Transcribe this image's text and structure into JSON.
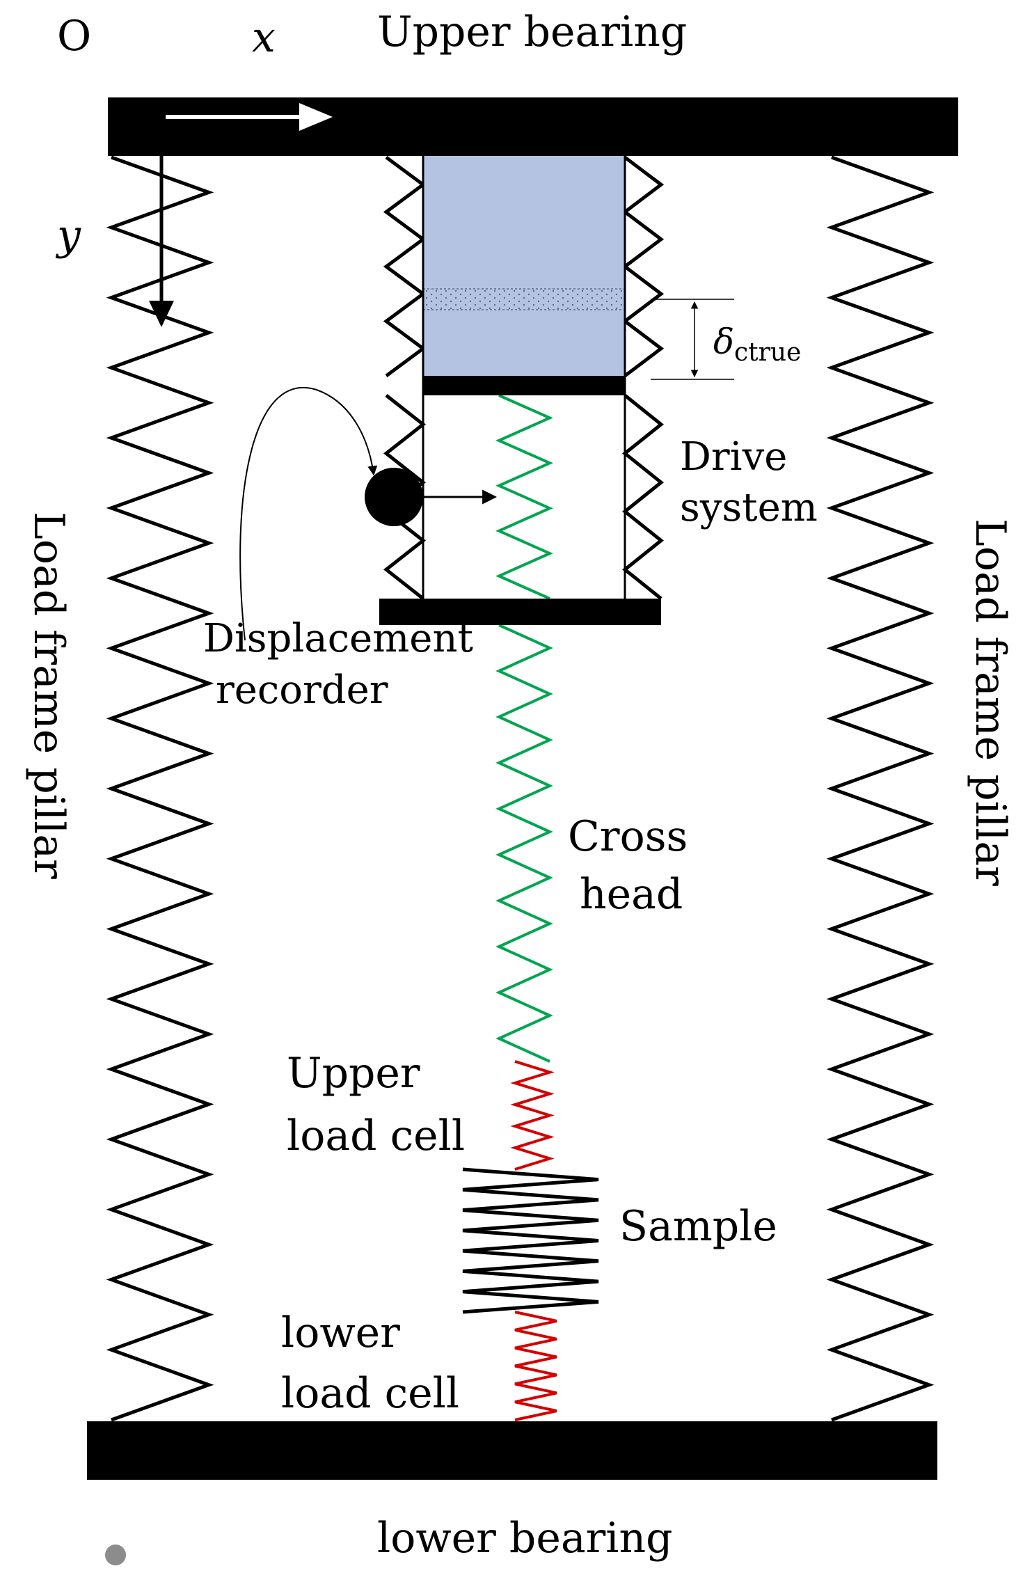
{
  "labels": {
    "origin": "O",
    "x_axis": "x",
    "y_axis": "y",
    "upper_bearing": "Upper bearing",
    "lower_bearing": "lower bearing",
    "load_frame_pillar_left": "Load frame pillar",
    "load_frame_pillar_right": "Load frame pillar",
    "delta_symbol": "δ",
    "delta_subscript": "ctrue",
    "drive_system_line1": "Drive",
    "drive_system_line2": "system",
    "displacement_recorder_line1": "Displacement",
    "displacement_recorder_line2": "recorder",
    "cross_head_line1": "Cross",
    "cross_head_line2": "head",
    "upper_load_cell_line1": "Upper",
    "upper_load_cell_line2": "load cell",
    "sample": "Sample",
    "lower_load_cell_line1": "lower",
    "lower_load_cell_line2": "load cell"
  },
  "colors": {
    "structure": "#000000",
    "cross_head_spring": "#00a550",
    "load_cell_spring": "#d40000",
    "drive_fill": "#b4c3e2",
    "axis_arrow": "#ffffff",
    "marker_dot": "#8c8c8c"
  }
}
